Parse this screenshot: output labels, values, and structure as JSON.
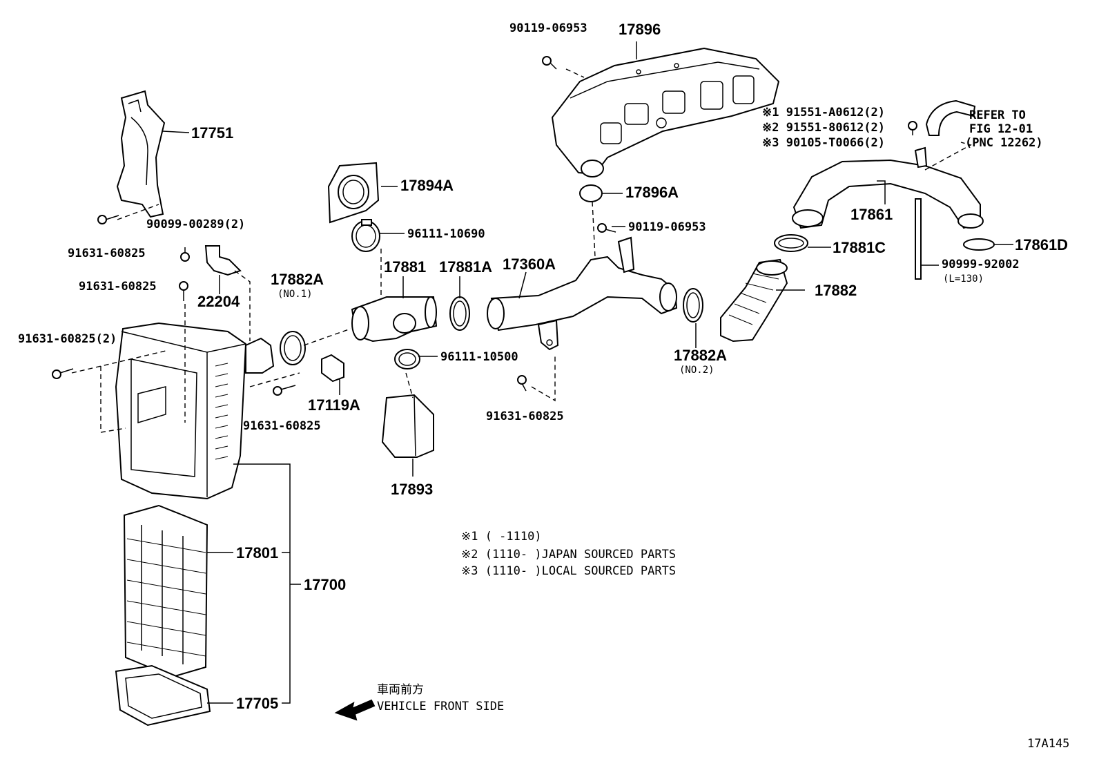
{
  "diagram_id": "17A145",
  "callouts": {
    "p90119_06953_top": "90119-06953",
    "p17896": "17896",
    "p17751": "17751",
    "p90099_00289": "90099-00289(2)",
    "p91631_60825_a": "91631-60825",
    "p91631_60825_b": "91631-60825",
    "p91631_60825_2": "91631-60825(2)",
    "p22204": "22204",
    "p17894A": "17894A",
    "p96111_10690": "96111-10690",
    "p17896A": "17896A",
    "p90119_06953_mid": "90119-06953",
    "p17882A_1": "17882A",
    "p17882A_1_sub": "(NO.1)",
    "p17881": "17881",
    "p17881A": "17881A",
    "p17360A": "17360A",
    "p96111_10500": "96111-10500",
    "p17119A": "17119A",
    "p91631_60825_c": "91631-60825",
    "p91631_60825_d": "91631-60825",
    "p17893": "17893",
    "p17882A_2": "17882A",
    "p17882A_2_sub": "(NO.2)",
    "p17881C": "17881C",
    "p17882": "17882",
    "p17861": "17861",
    "p17861D": "17861D",
    "p90999_92002": "90999-92002",
    "p90999_92002_sub": "(L=130)",
    "p17801": "17801",
    "p17700": "17700",
    "p17705": "17705"
  },
  "notes": {
    "n1": "※1 91551-A0612(2)",
    "n2": "※2 91551-80612(2)",
    "n3": "※3 90105-T0066(2)",
    "refer1": "REFER TO",
    "refer2": "FIG 12-01",
    "refer3": "(PNC 12262)"
  },
  "legend": {
    "l1": "※1 (       -1110)",
    "l2": "※2 (1110-       )JAPAN SOURCED PARTS",
    "l3": "※3 (1110-       )LOCAL SOURCED PARTS"
  },
  "direction": {
    "jp": "車両前方",
    "en": "VEHICLE FRONT SIDE"
  }
}
